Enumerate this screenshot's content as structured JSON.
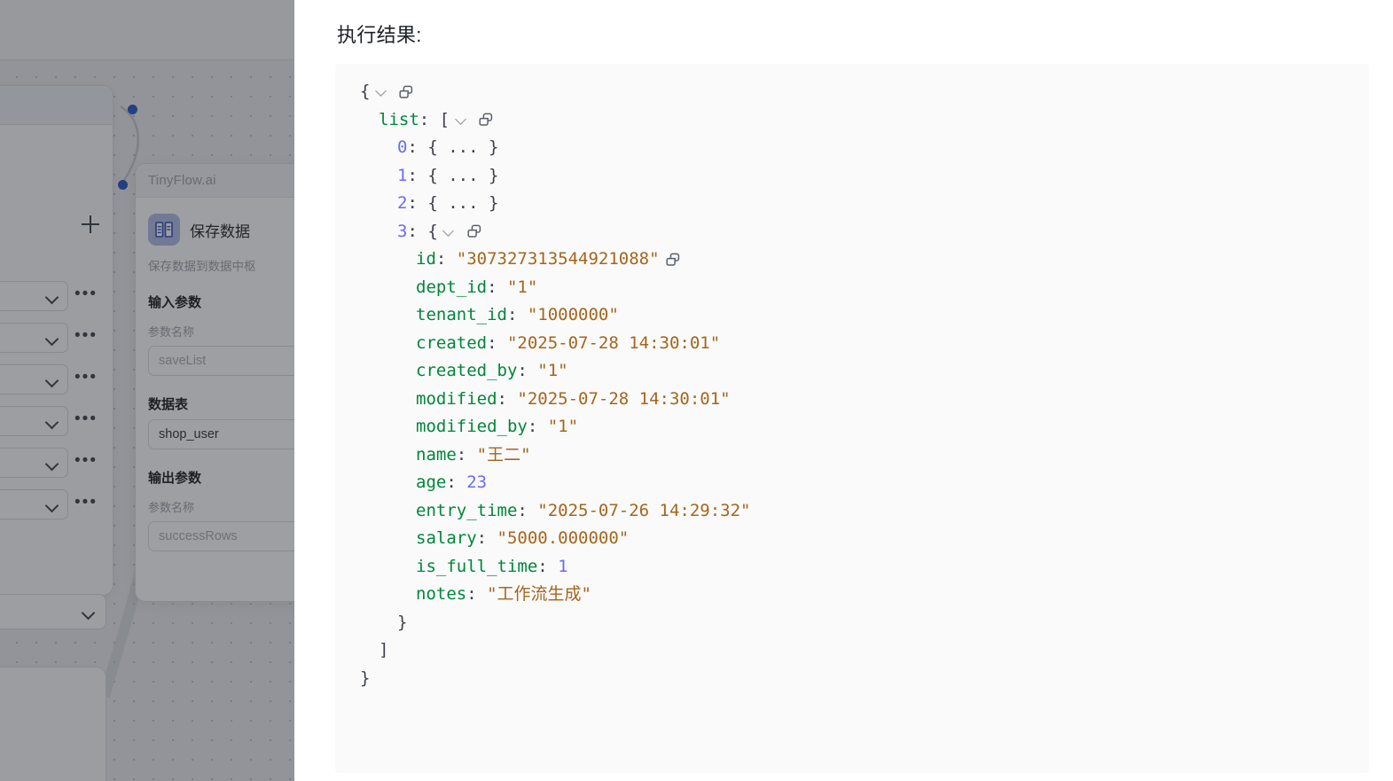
{
  "result_panel": {
    "title": "执行结果:",
    "icons": {
      "expand": "chevron-down-icon",
      "copy": "copy-icon"
    }
  },
  "json_result": {
    "lines": [
      {
        "indent": 0,
        "type": "root-open",
        "punct": "{",
        "twisty": true,
        "copy": true
      },
      {
        "indent": 1,
        "type": "key-array",
        "key": "list",
        "colon": ":",
        "punct": "[",
        "twisty": true,
        "copy": true
      },
      {
        "indent": 2,
        "type": "index-collapsed",
        "index": "0",
        "colon": ":",
        "punct": "{ ... }"
      },
      {
        "indent": 2,
        "type": "index-collapsed",
        "index": "1",
        "colon": ":",
        "punct": "{ ... }"
      },
      {
        "indent": 2,
        "type": "index-collapsed",
        "index": "2",
        "colon": ":",
        "punct": "{ ... }"
      },
      {
        "indent": 2,
        "type": "index-open",
        "index": "3",
        "colon": ":",
        "punct": "{",
        "twisty": true,
        "copy": true
      },
      {
        "indent": 3,
        "type": "pair",
        "key": "id",
        "value": "\"307327313544921088\"",
        "valtype": "string",
        "copy": true
      },
      {
        "indent": 3,
        "type": "pair",
        "key": "dept_id",
        "value": "\"1\"",
        "valtype": "string"
      },
      {
        "indent": 3,
        "type": "pair",
        "key": "tenant_id",
        "value": "\"1000000\"",
        "valtype": "string"
      },
      {
        "indent": 3,
        "type": "pair",
        "key": "created",
        "value": "\"2025-07-28 14:30:01\"",
        "valtype": "string"
      },
      {
        "indent": 3,
        "type": "pair",
        "key": "created_by",
        "value": "\"1\"",
        "valtype": "string"
      },
      {
        "indent": 3,
        "type": "pair",
        "key": "modified",
        "value": "\"2025-07-28 14:30:01\"",
        "valtype": "string"
      },
      {
        "indent": 3,
        "type": "pair",
        "key": "modified_by",
        "value": "\"1\"",
        "valtype": "string"
      },
      {
        "indent": 3,
        "type": "pair",
        "key": "name",
        "value": "\"王二\"",
        "valtype": "string"
      },
      {
        "indent": 3,
        "type": "pair",
        "key": "age",
        "value": "23",
        "valtype": "number"
      },
      {
        "indent": 3,
        "type": "pair",
        "key": "entry_time",
        "value": "\"2025-07-26 14:29:32\"",
        "valtype": "string"
      },
      {
        "indent": 3,
        "type": "pair",
        "key": "salary",
        "value": "\"5000.000000\"",
        "valtype": "string"
      },
      {
        "indent": 3,
        "type": "pair",
        "key": "is_full_time",
        "value": "1",
        "valtype": "number"
      },
      {
        "indent": 3,
        "type": "pair",
        "key": "notes",
        "value": "\"工作流生成\"",
        "valtype": "string"
      },
      {
        "indent": 2,
        "type": "close",
        "punct": "}"
      },
      {
        "indent": 1,
        "type": "close",
        "punct": "]"
      },
      {
        "indent": 0,
        "type": "close",
        "punct": "}"
      }
    ]
  },
  "node_panel": {
    "brand": "TinyFlow.ai",
    "node_title": "保存数据",
    "node_subtitle": "保存数据到数据中枢",
    "icon": "database-table-icon",
    "sections": {
      "input": {
        "heading": "输入参数",
        "param_label": "参数名称",
        "param_placeholder": "saveList",
        "table_heading": "数据表",
        "table_value": "shop_user"
      },
      "output": {
        "heading": "输出参数",
        "param_label": "参数名称",
        "param_placeholder": "successRows"
      }
    }
  },
  "canvas": {
    "rows": [
      {
        "name": "select-row-1"
      },
      {
        "name": "select-row-2"
      },
      {
        "name": "select-row-3"
      },
      {
        "name": "select-row-4"
      },
      {
        "name": "select-row-5"
      },
      {
        "name": "select-row-6"
      }
    ],
    "icons": {
      "chevron": "chevron-down-icon",
      "more": "more-options-icon",
      "add": "plus-icon",
      "port": "connection-port-dot"
    }
  },
  "colors": {
    "json_key": "#00863b",
    "json_string": "#a5651c",
    "json_number": "#6a6bf5",
    "json_punct": "#3d4148",
    "node_icon_bg": "#aebbe8",
    "port_dot": "#1f50c8",
    "card_bg": "#fafafa"
  }
}
